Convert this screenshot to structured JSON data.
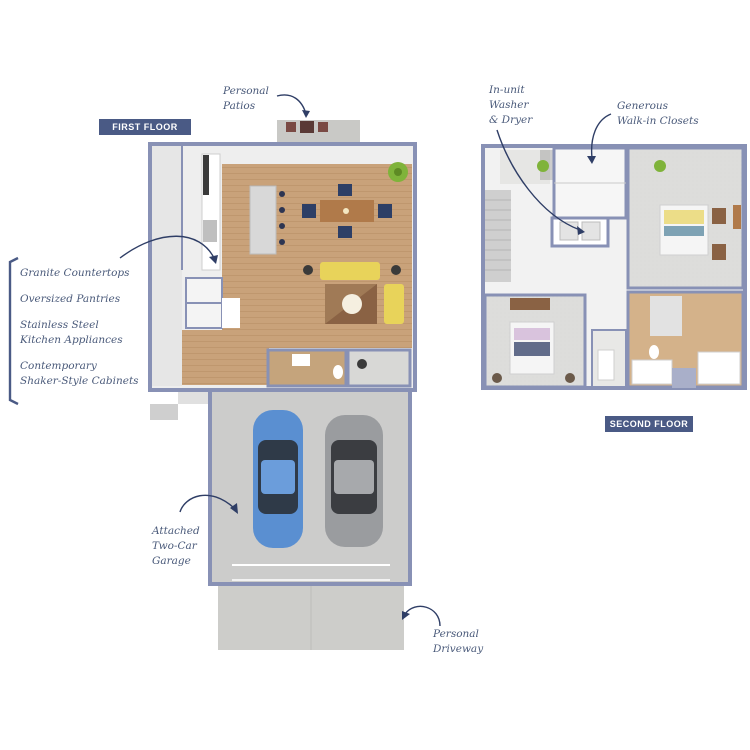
{
  "floors": {
    "first_floor_label": "FIRST FLOOR",
    "second_floor_label": "SECOND FLOOR"
  },
  "callouts": {
    "patios": [
      "Personal",
      "Patios"
    ],
    "kitchen_features": [
      "Granite Countertops",
      "Oversized Pantries",
      "Stainless Steel",
      "Kitchen Appliances",
      "Contemporary",
      "Shaker-Style Cabinets"
    ],
    "washer": [
      "In-unit",
      "Washer",
      "& Dryer"
    ],
    "closets": [
      "Generous",
      "Walk-in Closets"
    ],
    "garage": [
      "Attached",
      "Two-Car",
      "Garage"
    ],
    "driveway": [
      "Personal",
      "Driveway"
    ]
  },
  "colors": {
    "wall": "#8891b5",
    "wood_floor": "#c9a27a",
    "carpet": "#dcdcda",
    "concrete": "#cdcdca",
    "badge": "#4a5a85",
    "ink": "#4a5a7a",
    "car_blue": "#5a8fd1",
    "car_gray": "#9a9c9f",
    "sofa": "#e8d35a",
    "accent_teal": "#2f6b88"
  }
}
